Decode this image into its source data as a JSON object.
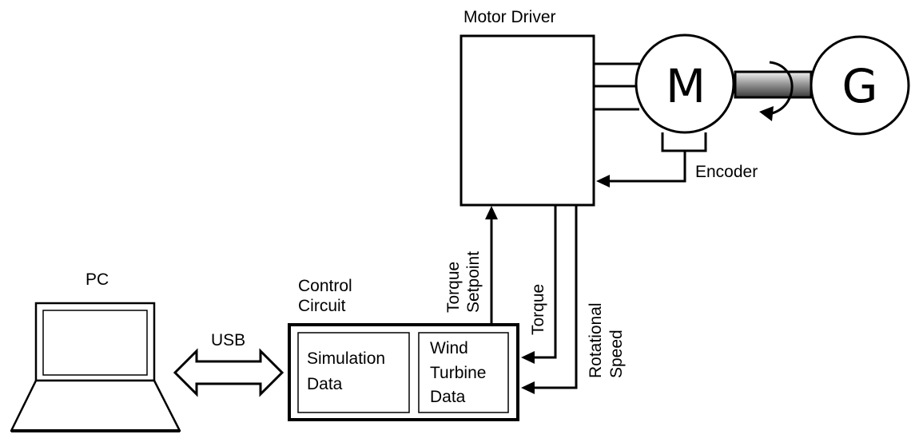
{
  "labels": {
    "motor_driver": "Motor Driver",
    "motor": "M",
    "generator": "G",
    "encoder": "Encoder",
    "pc": "PC",
    "usb": "USB",
    "control_circuit": [
      "Control",
      "Circuit"
    ],
    "simulation_data": [
      "Simulation",
      "Data"
    ],
    "wind_turbine_data": [
      "Wind",
      "Turbine",
      "Data"
    ],
    "torque_setpoint": [
      "Torque",
      "Setpoint"
    ],
    "torque": "Torque",
    "rotational_speed": [
      "Rotational",
      "Speed"
    ]
  }
}
